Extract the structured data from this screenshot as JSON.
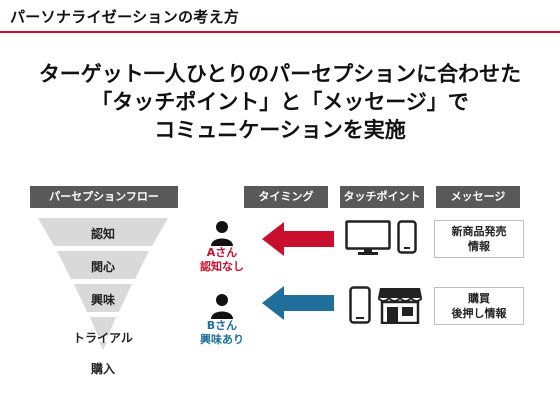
{
  "header": {
    "title": "パーソナライゼーションの考え方"
  },
  "headline": {
    "line1": "ターゲット一人ひとりのパーセプションに合わせた",
    "line2": "「タッチポイント」と「メッセージ」で",
    "line3": "コミュニケーションを実施"
  },
  "columns": {
    "funnel": "パーセプションフロー",
    "timing": "タイミング",
    "touchpoint": "タッチポイント",
    "message": "メッセージ"
  },
  "funnel": {
    "stages": [
      "認知",
      "関心",
      "興味",
      "トライアル",
      "購入"
    ]
  },
  "personas": {
    "a": {
      "line1": "Aさん",
      "line2": "認知なし",
      "icon": "person-icon"
    },
    "b": {
      "line1": "Bさん",
      "line2": "興味あり",
      "icon": "person-icon"
    }
  },
  "arrows": {
    "a": {
      "color": "#c8102e",
      "icon": "arrow-left-icon"
    },
    "b": {
      "color": "#1f6f9a",
      "icon": "arrow-left-icon"
    }
  },
  "touchpoints": {
    "row_a": [
      "tv-icon",
      "smartphone-icon"
    ],
    "row_b": [
      "smartphone-icon",
      "store-icon"
    ]
  },
  "messages": {
    "a": {
      "line1": "新商品発売",
      "line2": "情報"
    },
    "b": {
      "line1": "購買",
      "line2": "後押し情報"
    }
  },
  "colors": {
    "accent_red": "#c8102e",
    "accent_blue": "#1f6f9a",
    "header_bar": "#595959",
    "funnel_fill": "#d9d9d9"
  }
}
